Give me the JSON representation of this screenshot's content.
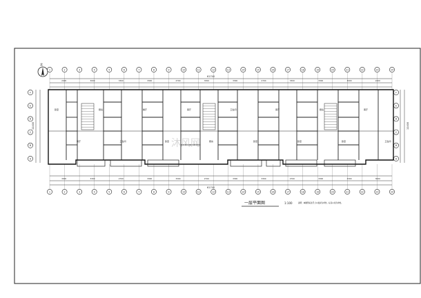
{
  "drawing": {
    "title": "一层平面图",
    "scale": "1:100",
    "note": "说明：本图所标注尺寸以毫米为单位，标高以米为单位。",
    "north_label": "北"
  },
  "grid": {
    "top_axes": [
      "1",
      "2",
      "3",
      "4",
      "5",
      "6",
      "7",
      "8",
      "9",
      "10",
      "11",
      "12",
      "13",
      "14",
      "15",
      "16",
      "17",
      "18",
      "19",
      "20",
      "21",
      "22",
      "23",
      "24"
    ],
    "bottom_axes": [
      "1",
      "2",
      "3",
      "4",
      "5",
      "6",
      "7",
      "8",
      "9",
      "10",
      "11",
      "12",
      "13",
      "14",
      "15",
      "16",
      "17",
      "18",
      "19",
      "20",
      "21",
      "22",
      "23",
      "24"
    ],
    "left_axes": [
      "F",
      "E",
      "D",
      "C",
      "B",
      "A"
    ],
    "right_axes": [
      "F",
      "E",
      "D",
      "C",
      "B",
      "A"
    ]
  },
  "dimensions": {
    "overall_length": "61740",
    "overall_width": "11400",
    "top_segments": [
      "2400",
      "3000",
      "3300",
      "3300",
      "2700",
      "3300",
      "3300",
      "2700",
      "3300",
      "3300",
      "3000",
      "2400"
    ],
    "bottom_segments": [
      "3000",
      "3300",
      "2700",
      "3300",
      "3300",
      "2700",
      "3300",
      "3300",
      "2700",
      "3300",
      "3300",
      "3000"
    ]
  },
  "rooms": {
    "labels": [
      "卧室",
      "客厅",
      "厨房",
      "卫生间",
      "餐厅",
      "卧室",
      "客厅",
      "厨房",
      "卫生间",
      "卧室",
      "客厅",
      "卧室",
      "厨房",
      "卧室",
      "客厅",
      "卫生间"
    ]
  },
  "watermark": "沐风网"
}
